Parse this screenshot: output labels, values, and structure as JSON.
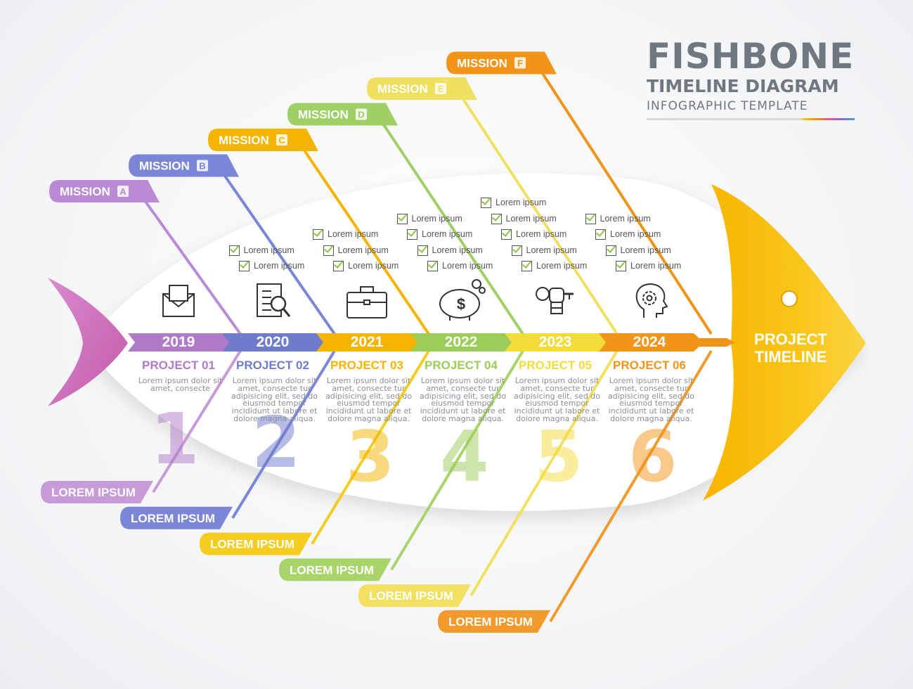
{
  "header": {
    "title": "FISHBONE",
    "subtitle": "TIMELINE DIAGRAM",
    "tagline": "INFOGRAPHIC TEMPLATE"
  },
  "head_label": {
    "line1": "PROJECT",
    "line2": "TIMELINE"
  },
  "missions": [
    {
      "label": "MISSION",
      "letter": "A",
      "color": "#b98ad6"
    },
    {
      "label": "MISSION",
      "letter": "B",
      "color": "#7b86d6"
    },
    {
      "label": "MISSION",
      "letter": "C",
      "color": "#f5b400"
    },
    {
      "label": "MISSION",
      "letter": "D",
      "color": "#9fd066"
    },
    {
      "label": "MISSION",
      "letter": "E",
      "color": "#f0e060"
    },
    {
      "label": "MISSION",
      "letter": "F",
      "color": "#f29418"
    }
  ],
  "projects": [
    {
      "year": "2019",
      "title": "PROJECT 01",
      "number": "1",
      "color": "#b07ac8",
      "icon": "envelope-icon",
      "text": "Lorem ipsum dolor sit amet, consecte",
      "checks": []
    },
    {
      "year": "2020",
      "title": "PROJECT 02",
      "number": "2",
      "color": "#6f7ccc",
      "icon": "document-search-icon",
      "text": "Lorem ipsum dolor sit amet, consecte tur adipisicing elit, sed do eiusmod tempor incididunt ut labore et dolore magna aliqua.",
      "checks": [
        "Lorem ipsum",
        "Lorem ipsum"
      ]
    },
    {
      "year": "2021",
      "title": "PROJECT 03",
      "number": "3",
      "color": "#f5b400",
      "icon": "briefcase-icon",
      "text": "Lorem ipsum dolor sit amet, consecte tur adipisicing elit, sed do eiusmod tempor incididunt ut labore et dolore magna aliqua.",
      "checks": [
        "Lorem ipsum",
        "Lorem ipsum",
        "Lorem ipsum"
      ]
    },
    {
      "year": "2022",
      "title": "PROJECT 04",
      "number": "4",
      "color": "#9ccc5a",
      "icon": "piggy-bank-icon",
      "text": "Lorem ipsum dolor sit amet, consecte tur adipisicing elit, sed do eiusmod tempor incididunt ut labore et dolore magna aliqua.",
      "checks": [
        "Lorem ipsum",
        "Lorem ipsum",
        "Lorem ipsum",
        "Lorem ipsum"
      ]
    },
    {
      "year": "2023",
      "title": "PROJECT 05",
      "number": "5",
      "color": "#f2dc3a",
      "icon": "hand-key-icon",
      "text": "Lorem ipsum dolor sit amet, consecte tur adipisicing elit, sed do eiusmod tempor incididunt ut labore et dolore magna aliqua.",
      "checks": [
        "Lorem ipsum",
        "Lorem ipsum",
        "Lorem ipsum",
        "Lorem ipsum",
        "Lorem ipsum"
      ]
    },
    {
      "year": "2024",
      "title": "PROJECT 06",
      "number": "6",
      "color": "#f29418",
      "icon": "head-gear-icon",
      "text": "Lorem ipsum dolor sit amet, consecte tur adipisicing elit, sed do eiusmod tempor incididunt ut labore et dolore magna aliqua.",
      "checks": [
        "Lorem ipsum",
        "Lorem ipsum",
        "Lorem ipsum",
        "Lorem ipsum"
      ]
    }
  ],
  "bottom_labels": [
    {
      "label": "LOREM IPSUM",
      "color": "#c79ad8"
    },
    {
      "label": "LOREM IPSUM",
      "color": "#7b86d6"
    },
    {
      "label": "LOREM IPSUM",
      "color": "#f5cc20"
    },
    {
      "label": "LOREM IPSUM",
      "color": "#a8d46a"
    },
    {
      "label": "LOREM IPSUM",
      "color": "#f2e060"
    },
    {
      "label": "LOREM IPSUM",
      "color": "#f29a2c"
    }
  ]
}
